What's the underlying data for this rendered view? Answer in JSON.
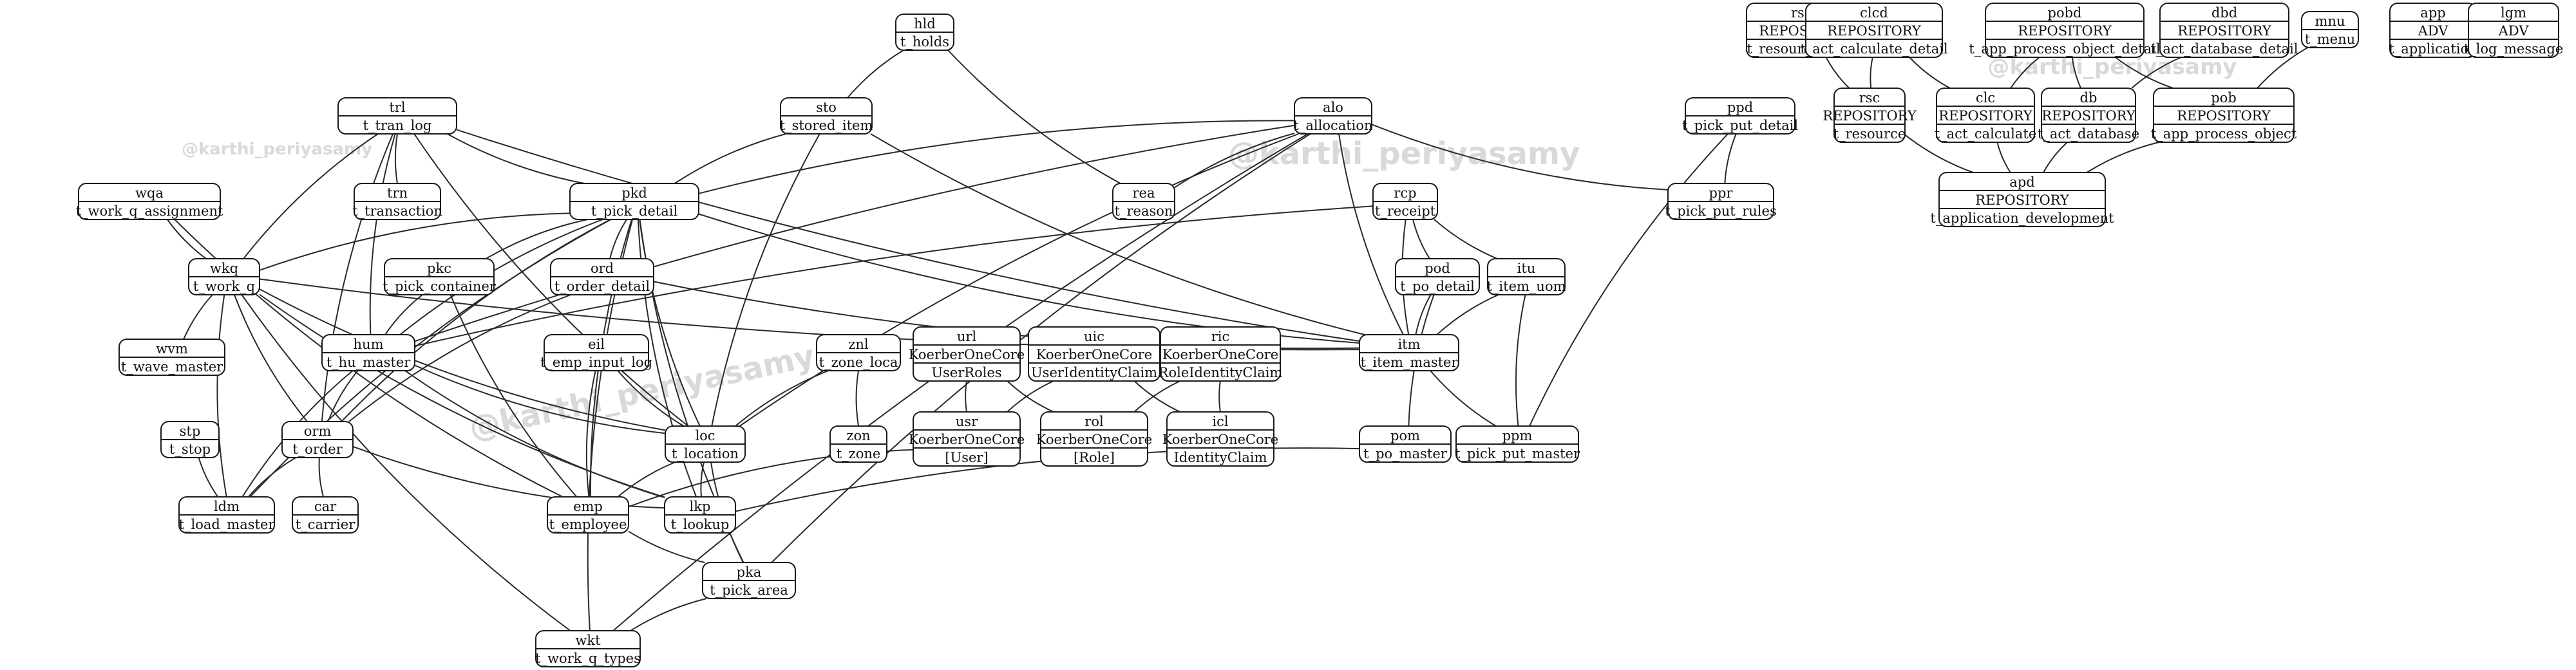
{
  "watermark": "@karthi_periyasamy",
  "nodes": {
    "hld": {
      "lines": [
        "hld",
        "t_holds"
      ]
    },
    "sto": {
      "lines": [
        "sto",
        "t_stored_item"
      ]
    },
    "trl": {
      "lines": [
        "trl",
        "t_tran_log"
      ]
    },
    "alo": {
      "lines": [
        "alo",
        "t_allocation"
      ]
    },
    "wqa": {
      "lines": [
        "wqa",
        "t_work_q_assignment"
      ]
    },
    "trn": {
      "lines": [
        "trn",
        "t_transaction"
      ]
    },
    "pkd": {
      "lines": [
        "pkd",
        "t_pick_detail"
      ]
    },
    "rea": {
      "lines": [
        "rea",
        "t_reason"
      ]
    },
    "rcp": {
      "lines": [
        "rcp",
        "t_receipt"
      ]
    },
    "ppd": {
      "lines": [
        "ppd",
        "t_pick_put_detail"
      ]
    },
    "ppr": {
      "lines": [
        "ppr",
        "t_pick_put_rules"
      ]
    },
    "wkq": {
      "lines": [
        "wkq",
        "t_work_q"
      ]
    },
    "pkc": {
      "lines": [
        "pkc",
        "t_pick_container"
      ]
    },
    "ord": {
      "lines": [
        "ord",
        "t_order_detail"
      ]
    },
    "pod": {
      "lines": [
        "pod",
        "t_po_detail"
      ]
    },
    "itu": {
      "lines": [
        "itu",
        "t_item_uom"
      ]
    },
    "wvm": {
      "lines": [
        "wvm",
        "t_wave_master"
      ]
    },
    "hum": {
      "lines": [
        "hum",
        "t_hu_master"
      ]
    },
    "eil": {
      "lines": [
        "eil",
        "t_emp_input_log"
      ]
    },
    "znl": {
      "lines": [
        "znl",
        "t_zone_loca"
      ]
    },
    "url": {
      "lines": [
        "url",
        "KoerberOneCore",
        "UserRoles"
      ]
    },
    "uic": {
      "lines": [
        "uic",
        "KoerberOneCore",
        "UserIdentityClaim"
      ]
    },
    "ric": {
      "lines": [
        "ric",
        "KoerberOneCore",
        "RoleIdentityClaim"
      ]
    },
    "itm": {
      "lines": [
        "itm",
        "t_item_master"
      ]
    },
    "stp": {
      "lines": [
        "stp",
        "t_stop"
      ]
    },
    "orm": {
      "lines": [
        "orm",
        "t_order"
      ]
    },
    "loc": {
      "lines": [
        "loc",
        "t_location"
      ]
    },
    "zon": {
      "lines": [
        "zon",
        "t_zone"
      ]
    },
    "usr": {
      "lines": [
        "usr",
        "KoerberOneCore",
        "[User]"
      ]
    },
    "rol": {
      "lines": [
        "rol",
        "KoerberOneCore",
        "[Role]"
      ]
    },
    "icl": {
      "lines": [
        "icl",
        "KoerberOneCore",
        "IdentityClaim"
      ]
    },
    "pom": {
      "lines": [
        "pom",
        "t_po_master"
      ]
    },
    "ppm": {
      "lines": [
        "ppm",
        "t_pick_put_master"
      ]
    },
    "ldm": {
      "lines": [
        "ldm",
        "t_load_master"
      ]
    },
    "car": {
      "lines": [
        "car",
        "t_carrier"
      ]
    },
    "emp": {
      "lines": [
        "emp",
        "t_employee"
      ]
    },
    "lkp": {
      "lines": [
        "lkp",
        "t_lookup"
      ]
    },
    "pka": {
      "lines": [
        "pka",
        "t_pick_area"
      ]
    },
    "wkt": {
      "lines": [
        "wkt",
        "t_work_q_types"
      ]
    },
    "rscd": {
      "lines": [
        "rscd",
        "REPOSITORY",
        "t_resource_detail"
      ]
    },
    "clcd": {
      "lines": [
        "clcd",
        "REPOSITORY",
        "t_act_calculate_detail"
      ]
    },
    "pobd": {
      "lines": [
        "pobd",
        "REPOSITORY",
        "t_app_process_object_detail"
      ]
    },
    "dbd": {
      "lines": [
        "dbd",
        "REPOSITORY",
        "t_act_database_detail"
      ]
    },
    "mnu": {
      "lines": [
        "mnu",
        "t_menu"
      ]
    },
    "app": {
      "lines": [
        "app",
        "ADV",
        "t_application"
      ]
    },
    "lgm": {
      "lines": [
        "lgm",
        "ADV",
        "t_log_message"
      ]
    },
    "rsc": {
      "lines": [
        "rsc",
        "REPOSITORY",
        "t_resource"
      ]
    },
    "clc": {
      "lines": [
        "clc",
        "REPOSITORY",
        "t_act_calculate"
      ]
    },
    "db": {
      "lines": [
        "db",
        "REPOSITORY",
        "t_act_database"
      ]
    },
    "pob": {
      "lines": [
        "pob",
        "REPOSITORY",
        "t_app_process_object"
      ]
    },
    "apd": {
      "lines": [
        "apd",
        "REPOSITORY",
        "t_application_development"
      ]
    }
  },
  "edges": [
    [
      "hld",
      "sto"
    ],
    [
      "hld",
      "rea"
    ],
    [
      "sto",
      "pkd"
    ],
    [
      "sto",
      "loc"
    ],
    [
      "sto",
      "itm"
    ],
    [
      "trl",
      "trn"
    ],
    [
      "trl",
      "pkd"
    ],
    [
      "trl",
      "wkq"
    ],
    [
      "trl",
      "hum"
    ],
    [
      "trl",
      "loc"
    ],
    [
      "trl",
      "itm"
    ],
    [
      "trl",
      "orm"
    ],
    [
      "alo",
      "pkd"
    ],
    [
      "alo",
      "rea"
    ],
    [
      "alo",
      "ppr"
    ],
    [
      "alo",
      "itm"
    ],
    [
      "alo",
      "hum"
    ],
    [
      "alo",
      "pka"
    ],
    [
      "alo",
      "wkt"
    ],
    [
      "alo",
      "loc"
    ],
    [
      "wqa",
      "wkq"
    ],
    [
      "wqa",
      "emp"
    ],
    [
      "pkd",
      "wkq"
    ],
    [
      "pkd",
      "pkc"
    ],
    [
      "pkd",
      "ord"
    ],
    [
      "pkd",
      "hum"
    ],
    [
      "pkd",
      "orm"
    ],
    [
      "pkd",
      "loc"
    ],
    [
      "pkd",
      "itm"
    ],
    [
      "pkd",
      "emp"
    ],
    [
      "pkd",
      "lkp"
    ],
    [
      "pkd",
      "wkt"
    ],
    [
      "pkd",
      "ldm"
    ],
    [
      "pkd",
      "pka"
    ],
    [
      "rcp",
      "pod"
    ],
    [
      "rcp",
      "itu"
    ],
    [
      "rcp",
      "itm"
    ],
    [
      "rcp",
      "hum"
    ],
    [
      "ppd",
      "ppr"
    ],
    [
      "ppd",
      "ppm"
    ],
    [
      "wkq",
      "wvm"
    ],
    [
      "wkq",
      "orm"
    ],
    [
      "wkq",
      "ldm"
    ],
    [
      "wkq",
      "loc"
    ],
    [
      "wkq",
      "itm"
    ],
    [
      "wkq",
      "wkt"
    ],
    [
      "wkq",
      "lkp"
    ],
    [
      "pkc",
      "hum"
    ],
    [
      "pkc",
      "emp"
    ],
    [
      "ord",
      "orm"
    ],
    [
      "ord",
      "itm"
    ],
    [
      "pod",
      "itm"
    ],
    [
      "pod",
      "pom"
    ],
    [
      "itu",
      "itm"
    ],
    [
      "itu",
      "ppm"
    ],
    [
      "hum",
      "orm"
    ],
    [
      "hum",
      "loc"
    ],
    [
      "hum",
      "ldm"
    ],
    [
      "hum",
      "lkp"
    ],
    [
      "eil",
      "loc"
    ],
    [
      "eil",
      "emp"
    ],
    [
      "znl",
      "loc"
    ],
    [
      "znl",
      "zon"
    ],
    [
      "url",
      "usr"
    ],
    [
      "url",
      "rol"
    ],
    [
      "uic",
      "usr"
    ],
    [
      "uic",
      "icl"
    ],
    [
      "ric",
      "rol"
    ],
    [
      "ric",
      "icl"
    ],
    [
      "itm",
      "ppm"
    ],
    [
      "stp",
      "ldm"
    ],
    [
      "orm",
      "ldm"
    ],
    [
      "orm",
      "car"
    ],
    [
      "orm",
      "lkp"
    ],
    [
      "loc",
      "emp"
    ],
    [
      "loc",
      "lkp"
    ],
    [
      "loc",
      "pka"
    ],
    [
      "usr",
      "emp"
    ],
    [
      "pom",
      "lkp"
    ],
    [
      "emp",
      "pka"
    ],
    [
      "pka",
      "wkt"
    ],
    [
      "rscd",
      "rsc"
    ],
    [
      "clcd",
      "clc"
    ],
    [
      "clcd",
      "rsc"
    ],
    [
      "pobd",
      "db"
    ],
    [
      "pobd",
      "clc"
    ],
    [
      "pobd",
      "pob"
    ],
    [
      "dbd",
      "db"
    ],
    [
      "mnu",
      "pob"
    ],
    [
      "rsc",
      "apd"
    ],
    [
      "clc",
      "apd"
    ],
    [
      "db",
      "apd"
    ],
    [
      "pob",
      "apd"
    ]
  ]
}
